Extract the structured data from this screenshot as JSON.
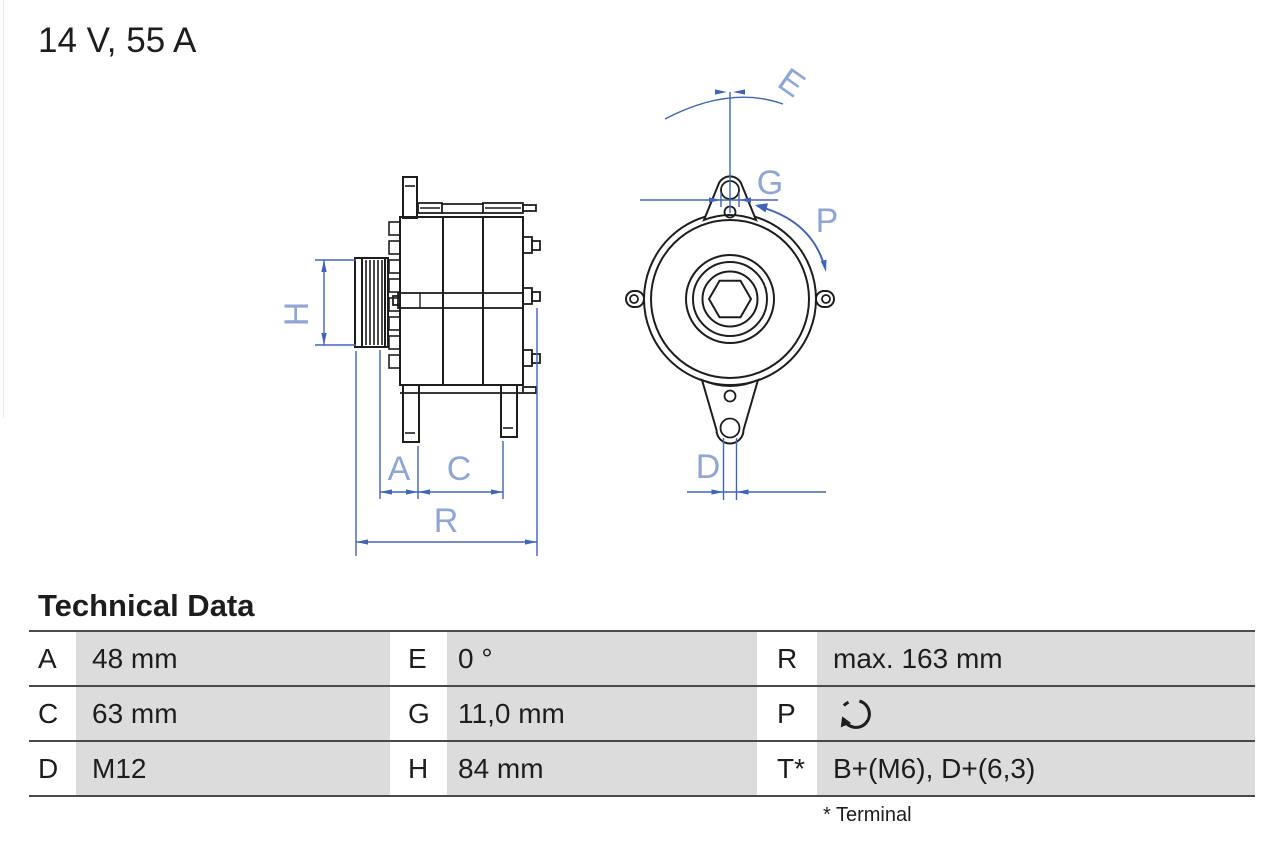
{
  "product": {
    "spec": "14 V, 55 A"
  },
  "drawing": {
    "labels": {
      "H": "H",
      "A": "A",
      "C": "C",
      "R": "R",
      "E": "E",
      "G": "G",
      "P": "P",
      "D": "D"
    }
  },
  "technical_data": {
    "heading": "Technical Data",
    "footnote": "* Terminal",
    "rows": [
      {
        "c1": {
          "key": "A",
          "value": "48 mm"
        },
        "c2": {
          "key": "E",
          "value": "0 °"
        },
        "c3": {
          "key": "R",
          "value": "max. 163 mm"
        }
      },
      {
        "c1": {
          "key": "C",
          "value": "63 mm"
        },
        "c2": {
          "key": "G",
          "value": "11,0 mm"
        },
        "c3": {
          "key": "P",
          "value": ""
        }
      },
      {
        "c1": {
          "key": "D",
          "value": "M12"
        },
        "c2": {
          "key": "H",
          "value": "84 mm"
        },
        "c3": {
          "key": "T*",
          "value": "B+(M6), D+(6,3)"
        }
      }
    ],
    "p_icon": "rotation-direction-icon"
  },
  "colors": {
    "ink": "#1d1d1b",
    "dimension_line": "#4064b8",
    "dimension_label": "#8fa5d6",
    "table_cell_bg": "#dcdcdc",
    "table_line": "#4a4a4a"
  }
}
